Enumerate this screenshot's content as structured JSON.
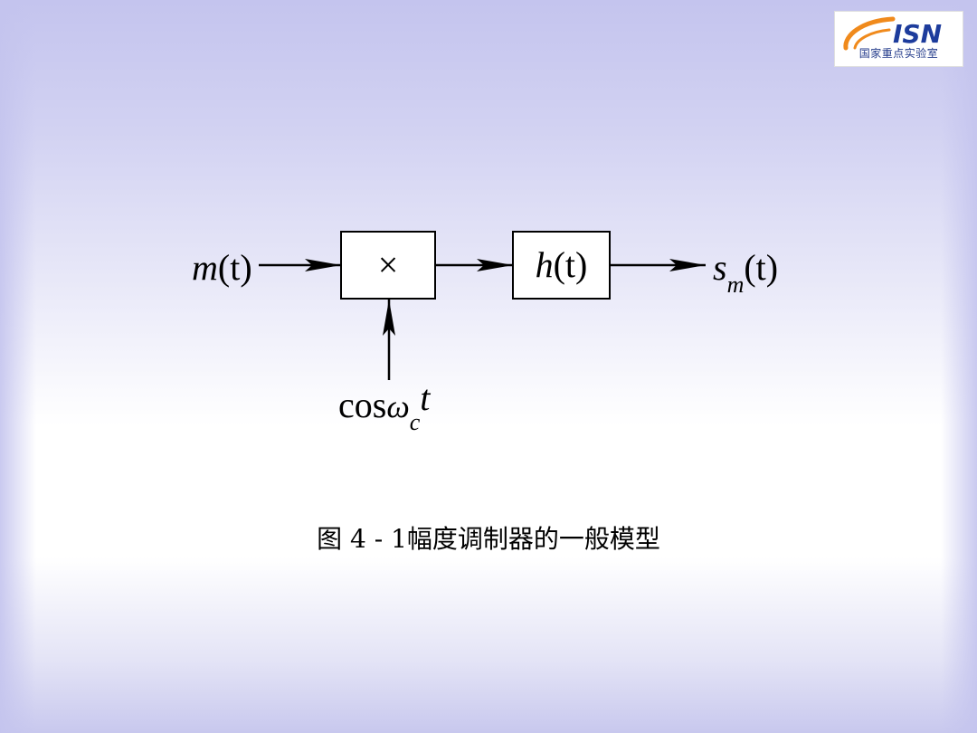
{
  "logo": {
    "mark_text": "ISN",
    "caption": "国家重点实验室"
  },
  "diagram": {
    "input": {
      "symbol": "m",
      "arg": "(t)"
    },
    "multiplier": {
      "symbol": "×"
    },
    "filter": {
      "symbol": "h",
      "arg": "(t)"
    },
    "output": {
      "symbol": "s",
      "subscript": "m",
      "arg": "(t)"
    },
    "carrier": {
      "func": "cos",
      "omega": "ω",
      "subscript": "c",
      "var": "t"
    }
  },
  "caption": "图 4 - 1幅度调制器的一般模型",
  "colors": {
    "logo_orange": "#f08a1c",
    "logo_blue": "#1d3c9c"
  }
}
